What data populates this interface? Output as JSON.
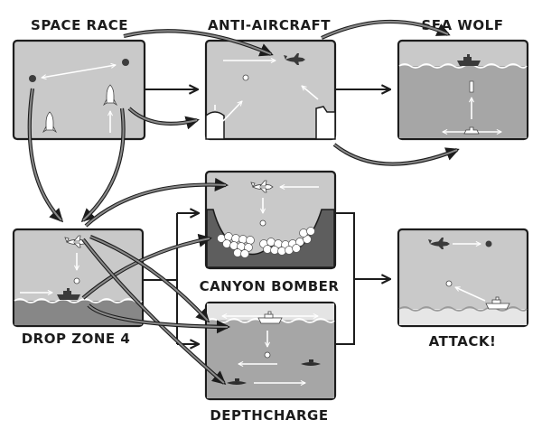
{
  "games": {
    "space_race": "SPACE RACE",
    "anti_aircraft": "ANTI-AIRCRAFT",
    "sea_wolf": "SEA WOLF",
    "drop_zone_4": "DROP ZONE 4",
    "canyon_bomber": "CANYON BOMBER",
    "depthcharge": "DEPTHCHARGE",
    "attack": "ATTACK!"
  },
  "colors": {
    "panel": "#c9c9c9",
    "water": "#a6a6a6",
    "ink": "#1c1c1c",
    "ground": "#5e5e5e"
  }
}
